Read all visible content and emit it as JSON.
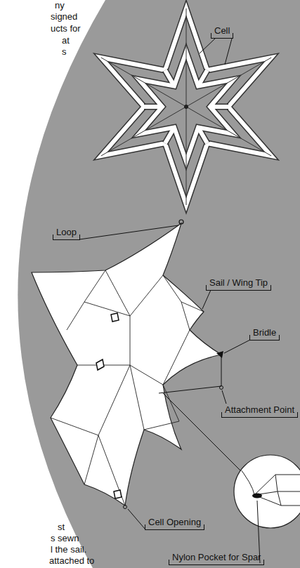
{
  "diagram": {
    "labels": [
      "ny",
      "signed",
      "ucts for",
      "at",
      "s",
      "Cell",
      "Loop",
      "Sail / Wing Tip",
      "Bridle",
      "Attachment Point",
      "Cell Opening",
      "Nylon Pocket for Spar",
      "st",
      "s sewn",
      "l the sail.",
      "attached to"
    ]
  }
}
